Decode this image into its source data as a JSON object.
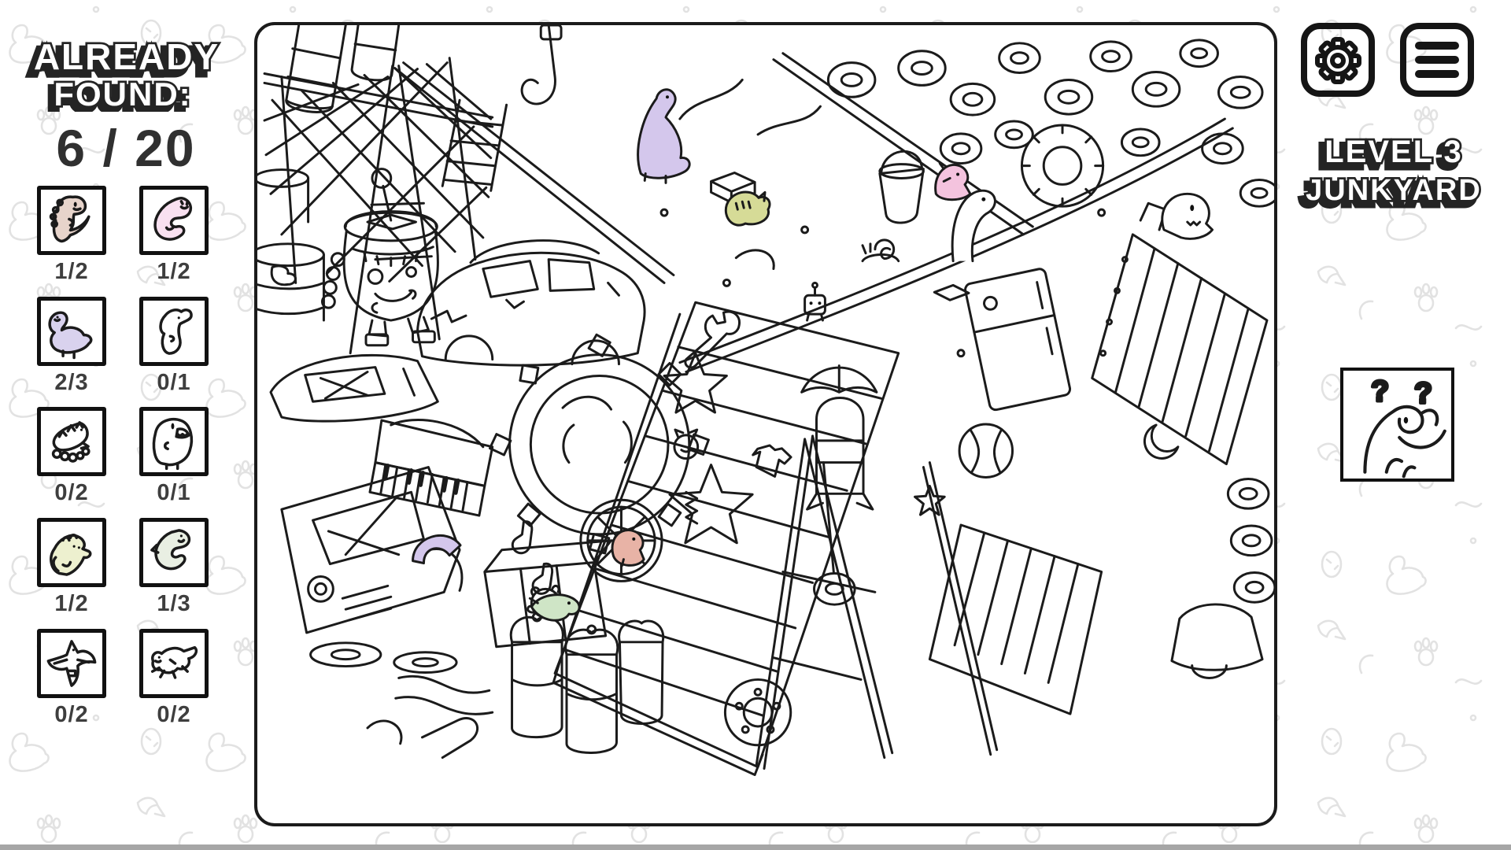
{
  "app": {
    "level_label": "LEVEL 3",
    "level_name": "JUNKYARD"
  },
  "toolbar": {
    "settings_icon": "gear",
    "menu_icon": "hamburger"
  },
  "found_panel": {
    "title_line1": "ALREADY",
    "title_line2": "FOUND:",
    "counter": "6 / 20",
    "found_count": 6,
    "total_count": 20,
    "targets": [
      {
        "name": "tyrannosaurus",
        "found": 1,
        "total": 2,
        "label": "1/2",
        "color": "#e7d4cb"
      },
      {
        "name": "pink-sleepy-dino",
        "found": 1,
        "total": 2,
        "label": "1/2",
        "color": "#f8e0f0"
      },
      {
        "name": "brontosaurus",
        "found": 2,
        "total": 3,
        "label": "2/3",
        "color": "#d9d2ee"
      },
      {
        "name": "parasaurolophus",
        "found": 0,
        "total": 1,
        "label": "0/1",
        "color": "#ffffff"
      },
      {
        "name": "stegosaurus",
        "found": 0,
        "total": 2,
        "label": "0/2",
        "color": "#ffffff"
      },
      {
        "name": "chunky-trex",
        "found": 0,
        "total": 1,
        "label": "0/1",
        "color": "#ffffff"
      },
      {
        "name": "triceratops",
        "found": 1,
        "total": 2,
        "label": "1/2",
        "color": "#edf0cf"
      },
      {
        "name": "curled-dino",
        "found": 1,
        "total": 3,
        "label": "1/3",
        "color": "#e9efe3"
      },
      {
        "name": "pterodactyl",
        "found": 0,
        "total": 2,
        "label": "0/2",
        "color": "#ffffff"
      },
      {
        "name": "running-dino",
        "found": 0,
        "total": 2,
        "label": "0/2",
        "color": "#ffffff"
      }
    ]
  },
  "hint": {
    "mark_left": "?",
    "mark_right": "?"
  },
  "scene": {
    "name": "junkyard-hidden-object-scene",
    "found_in_scene": [
      {
        "dino": "brontosaurus-standing",
        "color": "#d4c7ec"
      },
      {
        "dino": "pink-dino-peeking",
        "color": "#f4c3de"
      },
      {
        "dino": "triceratops-head",
        "color": "#d6db97"
      },
      {
        "dino": "trex-mini",
        "color": "#e8b3a6"
      },
      {
        "dino": "curled-dino-mint",
        "color": "#cfe5c6"
      },
      {
        "dino": "brontosaurus-arc",
        "color": "#d4c7ec"
      }
    ]
  },
  "colors": {
    "ink": "#1b1b1b",
    "pattern_gray": "#e2e2e2",
    "counter_text": "#303030",
    "label_text": "#3e3e3e",
    "bottom_bar": "#a6a6a6"
  }
}
